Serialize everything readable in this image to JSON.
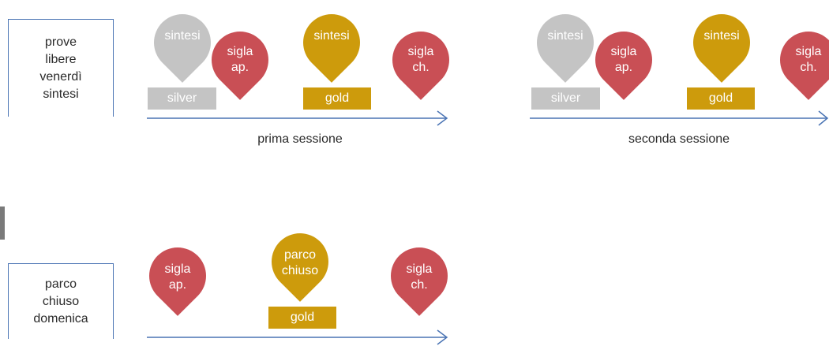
{
  "colors": {
    "silver": "#c4c4c4",
    "gold": "#cd9b0c",
    "red": "#c94f55",
    "axis": "#4a74b4"
  },
  "row1": {
    "label": [
      "prove",
      "libere",
      "venerdì",
      "sintesi"
    ],
    "session1": {
      "caption": "prima sessione",
      "silver_pin": [
        "sintesi"
      ],
      "silver_rect": "silver",
      "sigla_ap": [
        "sigla",
        "ap."
      ],
      "gold_pin": [
        "sintesi"
      ],
      "gold_rect": "gold",
      "sigla_ch": [
        "sigla",
        "ch."
      ]
    },
    "session2": {
      "caption": "seconda sessione",
      "silver_pin": [
        "sintesi"
      ],
      "silver_rect": "silver",
      "sigla_ap": [
        "sigla",
        "ap."
      ],
      "gold_pin": [
        "sintesi"
      ],
      "gold_rect": "gold",
      "sigla_ch": [
        "sigla",
        "ch."
      ]
    }
  },
  "row2": {
    "label": [
      "parco",
      "chiuso",
      "domenica"
    ],
    "sigla_ap": [
      "sigla",
      "ap."
    ],
    "gold_pin": [
      "parco",
      "chiuso"
    ],
    "gold_rect": "gold",
    "sigla_ch": [
      "sigla",
      "ch."
    ]
  }
}
